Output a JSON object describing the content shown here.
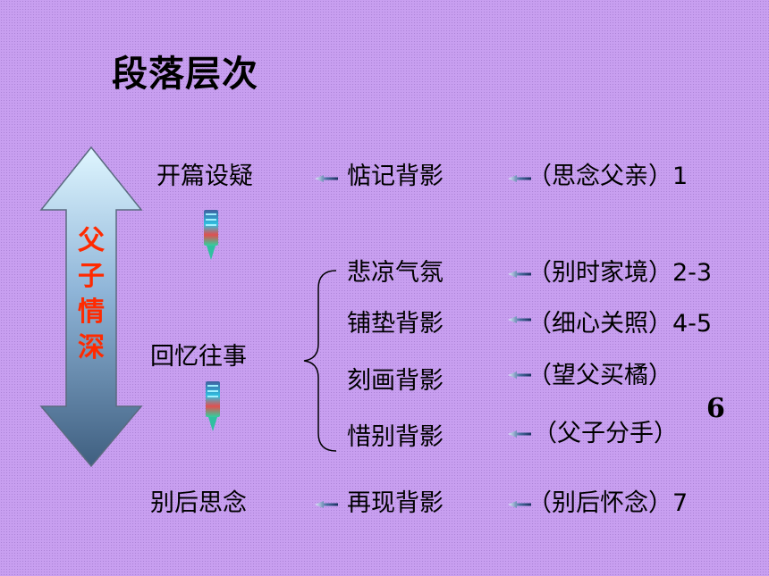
{
  "title": "段落层次",
  "side_label": [
    "父",
    "子",
    "情",
    "深"
  ],
  "sections": [
    {
      "name": "开篇设疑",
      "topic": "惦记背影",
      "detail": "（思念父亲）1"
    },
    {
      "name": "回忆往事",
      "topics": [
        {
          "topic": "悲凉气氛",
          "detail": "（别时家境）2-3"
        },
        {
          "topic": "铺垫背影",
          "detail": "（细心关照）4-5"
        },
        {
          "topic": "刻画背影",
          "detail": "（望父买橘）"
        },
        {
          "topic": "惜别背影",
          "detail": "（父子分手）"
        }
      ],
      "group_number": "6"
    },
    {
      "name": "别后思念",
      "topic": "再现背影",
      "detail": "（别后怀念）7"
    }
  ],
  "colors": {
    "background": "#c89ff0",
    "side_label": "#ff2a00",
    "arrow_fill": "#6a8ab0"
  }
}
